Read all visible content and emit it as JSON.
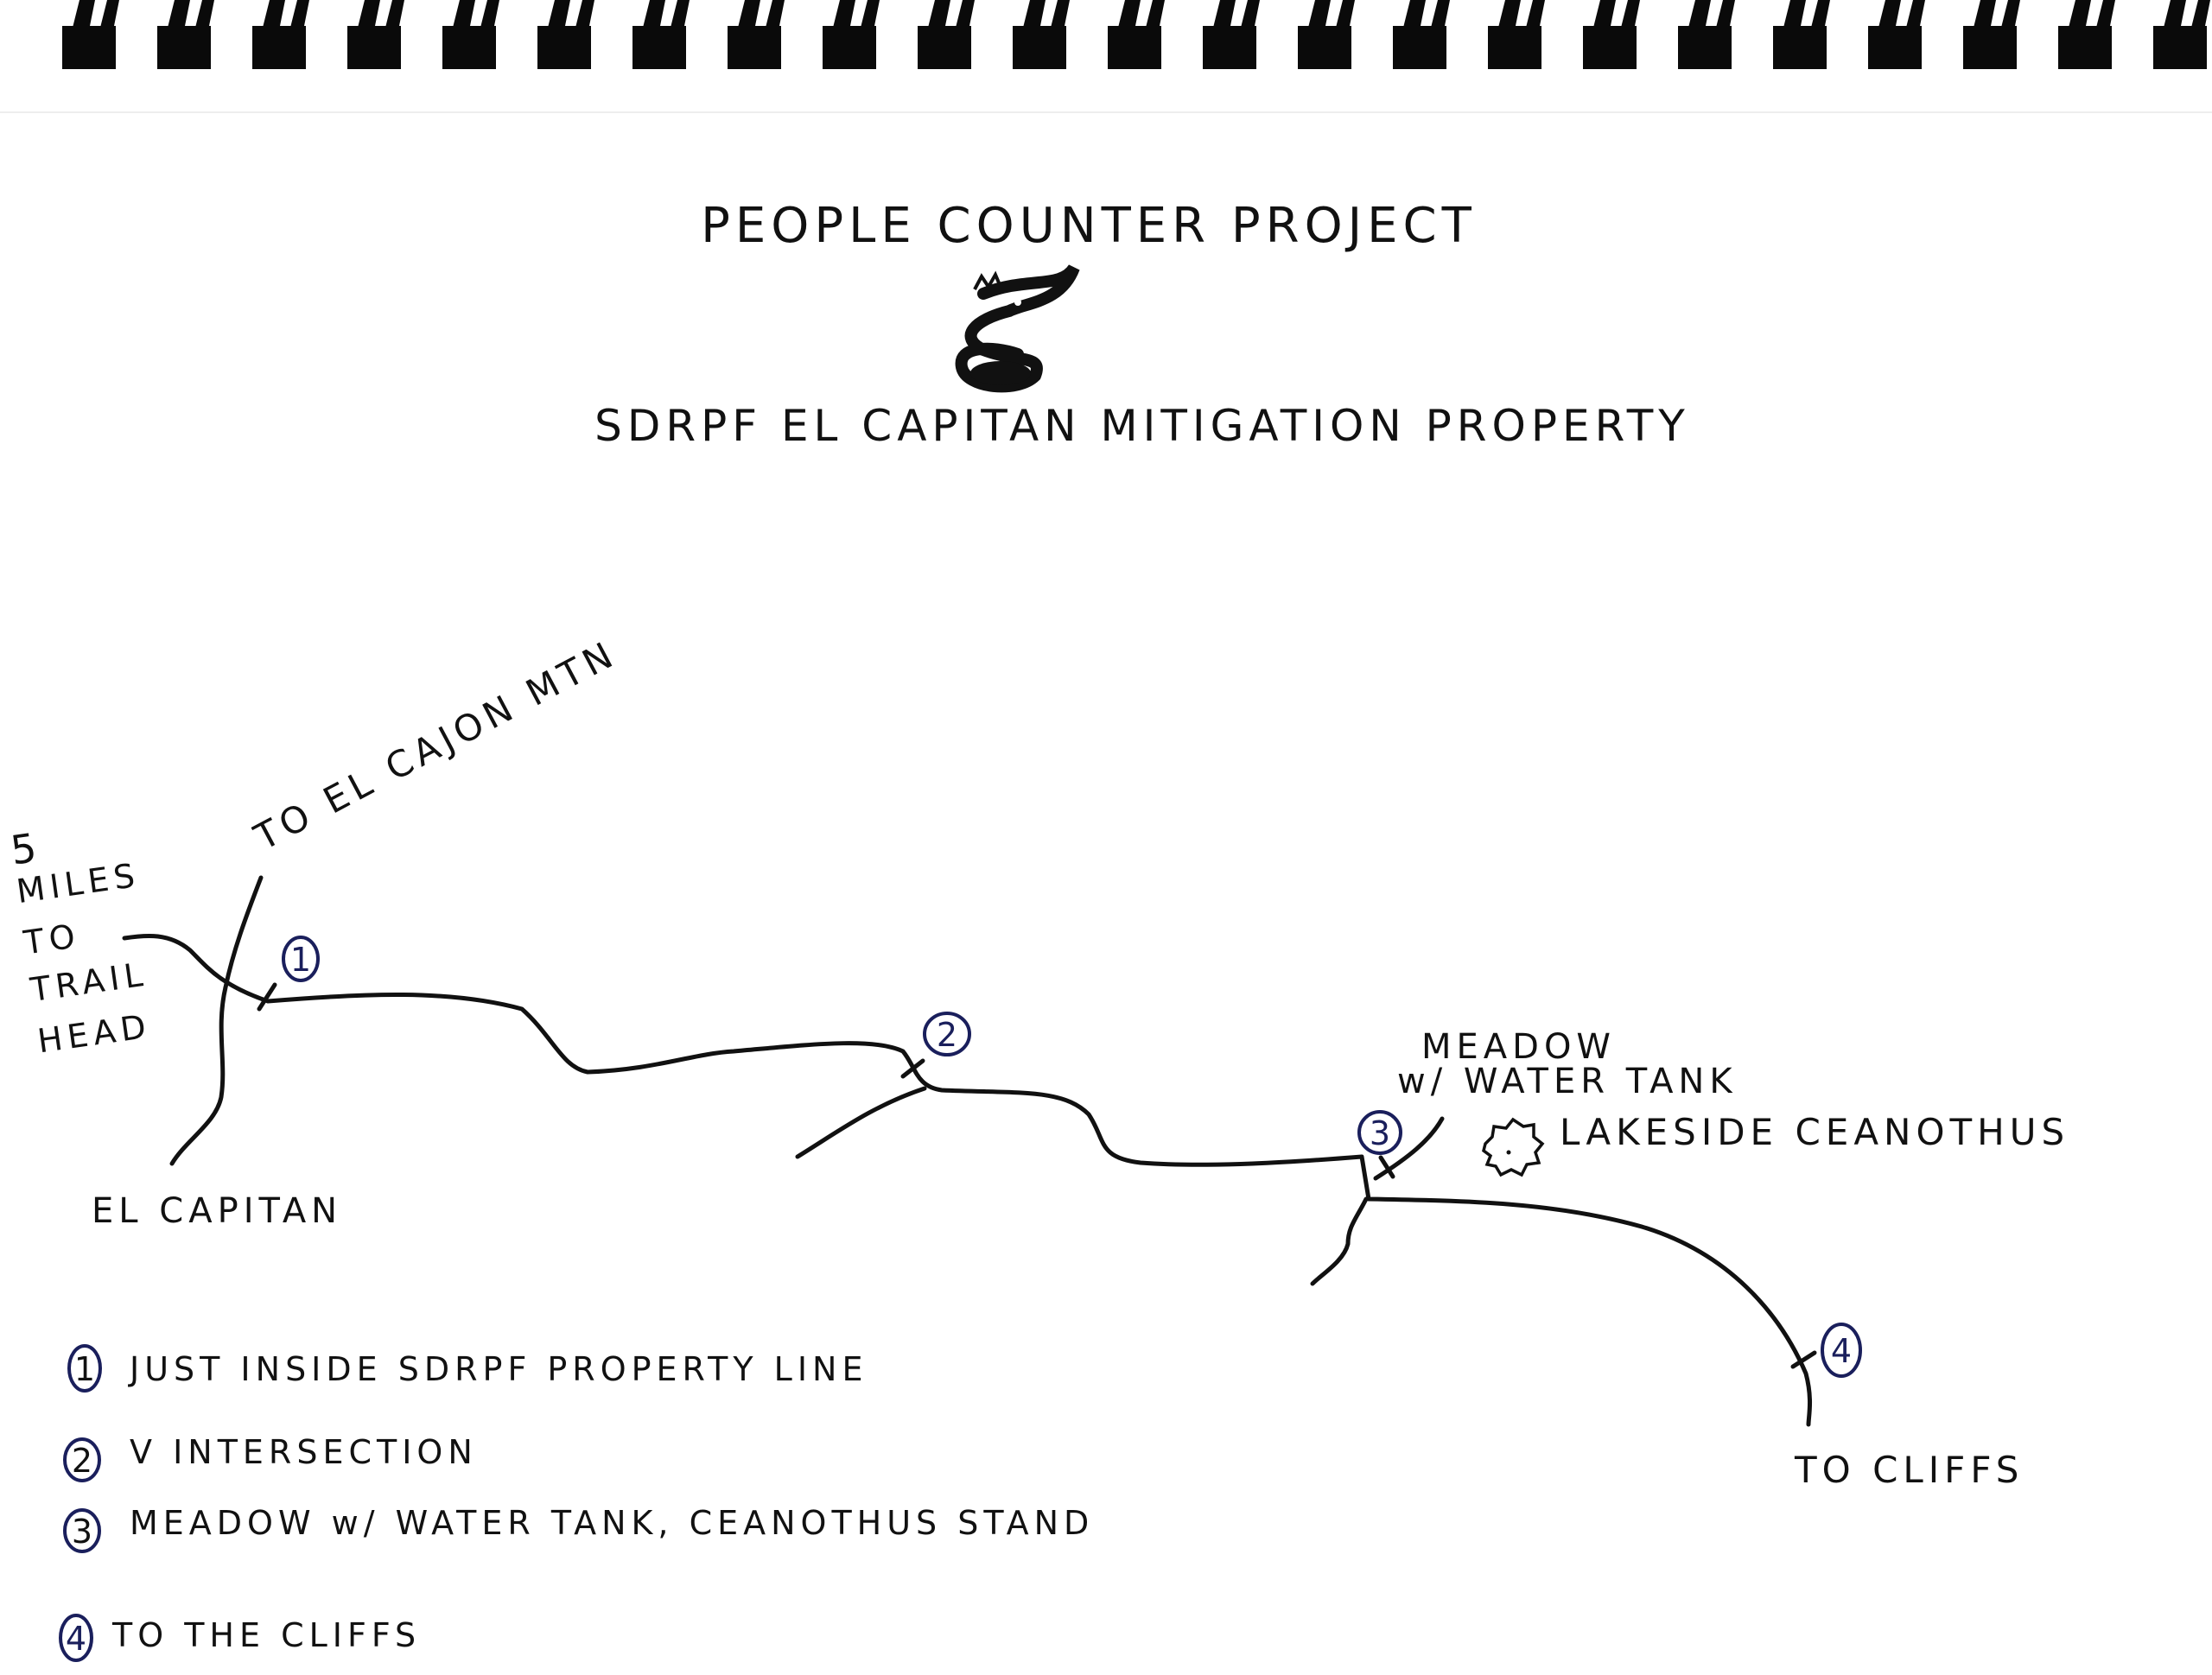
{
  "title": "PEOPLE COUNTER PROJECT",
  "subtitle": "SDRPF EL CAPITAN MITIGATION PROPERTY",
  "logo": "squirrel-logo",
  "map_labels": {
    "trailhead": [
      "5",
      "MILES",
      "TO",
      "TRAIL",
      "HEAD"
    ],
    "el_cajon": "TO EL CAJON MTN",
    "el_capitan": "EL CAPITAN",
    "meadow_line1": "MEADOW",
    "meadow_line2": "w/ WATER TANK",
    "lakeside": "LAKESIDE CEANOTHUS",
    "to_cliffs": "TO CLIFFS"
  },
  "markers": [
    "1",
    "2",
    "3",
    "4"
  ],
  "legend": [
    {
      "num": "1",
      "text": "JUST INSIDE SDRPF PROPERTY LINE"
    },
    {
      "num": "2",
      "text": "V INTERSECTION"
    },
    {
      "num": "3",
      "text": "MEADOW w/ WATER TANK, CEANOTHUS STAND"
    },
    {
      "num": "4",
      "text": "TO THE CLIFFS"
    }
  ],
  "colors": {
    "ink": "#111111",
    "marker_ink": "#1a1f5c",
    "paper": "#ffffff"
  }
}
